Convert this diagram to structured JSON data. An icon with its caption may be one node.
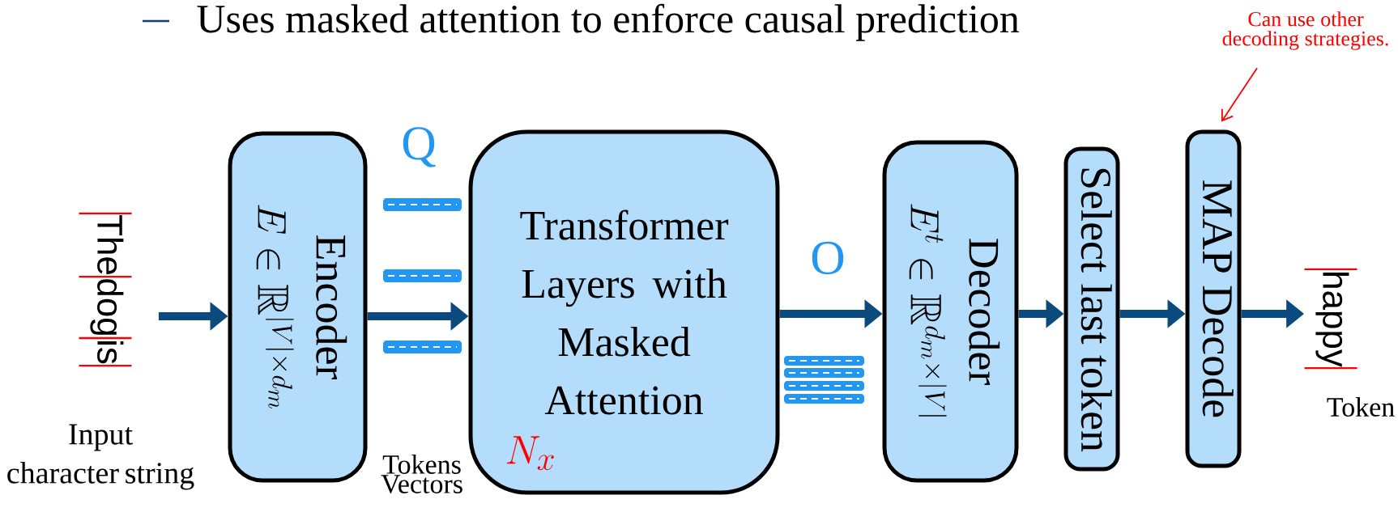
{
  "diagram": {
    "nodes": [
      {
        "text": [
          "The",
          "dog",
          "is"
        ],
        "beside": [
          "Input character string"
        ]
      },
      {
        "text": [
          "Encoder",
          "E \\in \\mathbb{R}^{|V| \\times d_m}"
        ]
      },
      {
        "text": [
          "Transformer Layers with Masked Attention",
          "N_x"
        ]
      },
      {
        "text": [
          "Decoder",
          "E^t \\in \\mathbb{R}^{d_m \\times |V|}"
        ]
      },
      {
        "text": [
          "Select last token"
        ]
      },
      {
        "text": [
          "MAP Decode"
        ]
      },
      {
        "text": [
          "happy"
        ],
        "beside": [
          "Token"
        ]
      },
      {
        "text": [
          "Can use other decoding strategies."
        ]
      }
    ],
    "edges": [
      {
        "from": 0,
        "to": 1,
        "arrow": "to"
      },
      {
        "from": 1,
        "to": 2,
        "arrow": "to"
      },
      {
        "from": 2,
        "to": 3,
        "arrow": "to"
      },
      {
        "from": 3,
        "to": 4,
        "arrow": "to"
      },
      {
        "from": 4,
        "to": 5,
        "arrow": "to"
      },
      {
        "from": 5,
        "to": 6,
        "arrow": "to"
      },
      {
        "from": 7,
        "to": 5,
        "arrow": "to",
        "color": "#ff0000"
      }
    ],
    "labels": [
      "Uses masked attention to enforce causal prediction",
      "Q",
      "O",
      "Tokens Vectors"
    ]
  }
}
